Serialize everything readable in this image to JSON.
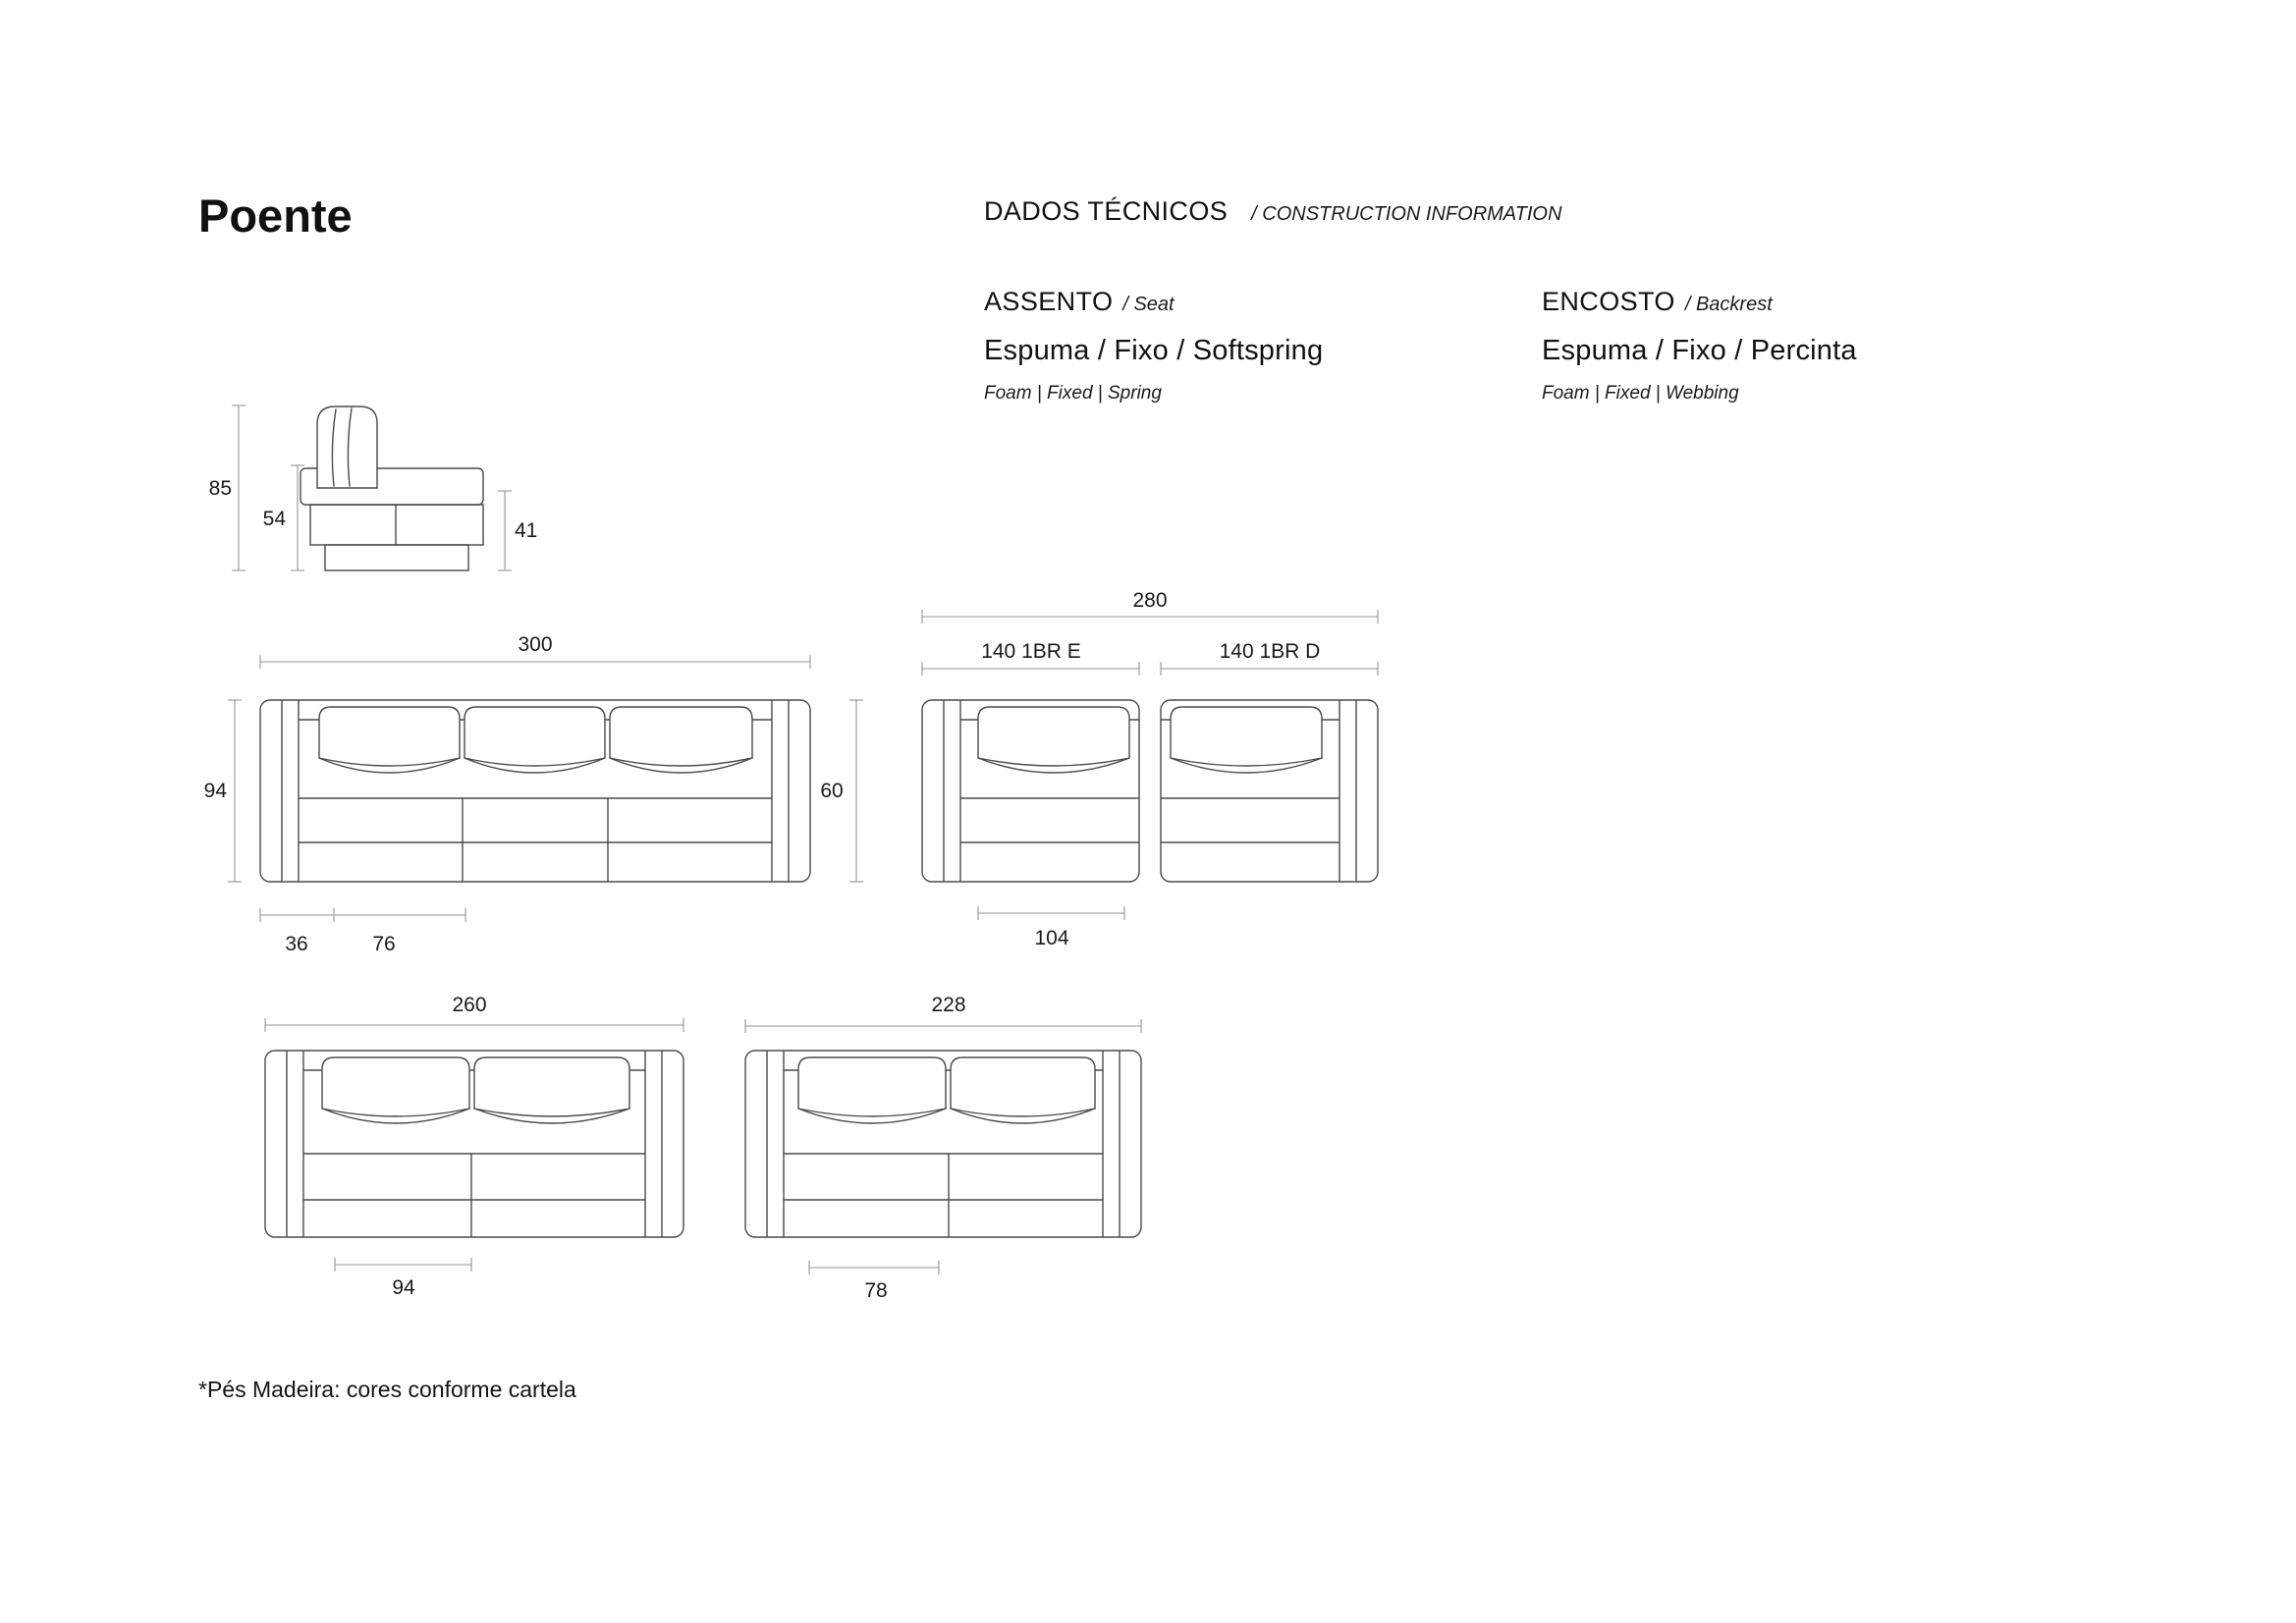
{
  "title": "Poente",
  "header": {
    "title": "DADOS TÉCNICOS",
    "subtitle": "/ CONSTRUCTION INFORMATION"
  },
  "specs": {
    "seat": {
      "label": "ASSENTO",
      "sublabel": "/ Seat",
      "materials_pt": "Espuma / Fixo / Softspring",
      "materials_en": "Foam | Fixed | Spring"
    },
    "backrest": {
      "label": "ENCOSTO",
      "sublabel": "/ Backrest",
      "materials_pt": "Espuma / Fixo / Percinta",
      "materials_en": "Foam | Fixed | Webbing"
    }
  },
  "side_view": {
    "height_total": "85",
    "height_seat": "54",
    "height_arm": "41"
  },
  "sofa_300": {
    "width": "300",
    "depth": "94",
    "seat_depth": "60",
    "arm_width": "36",
    "seat_width": "76"
  },
  "sofa_280": {
    "width": "280",
    "module_left": "140 1BR E",
    "module_right": "140 1BR D",
    "seat_width": "104"
  },
  "sofa_260": {
    "width": "260",
    "seat_width": "94"
  },
  "sofa_228": {
    "width": "228",
    "seat_width": "78"
  },
  "footnote": "*Pés Madeira: cores conforme cartela"
}
